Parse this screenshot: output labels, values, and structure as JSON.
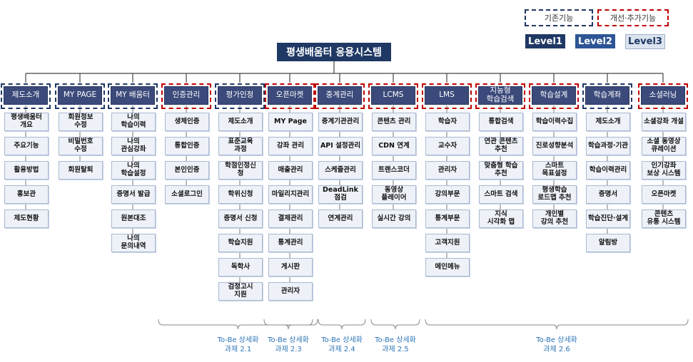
{
  "legend": {
    "existing": "기존기능",
    "improved": "개선·추가기능",
    "levels": [
      "Level1",
      "Level2",
      "Level3"
    ]
  },
  "root": "평생배움터 응용시스템",
  "columns": [
    {
      "title": "제도소개",
      "group": "existing",
      "items": [
        "평생배움터\n개요",
        "주요기능",
        "활용방법",
        "홍보관",
        "제도현황"
      ]
    },
    {
      "title": "MY PAGE",
      "group": "existing",
      "items": [
        "회원정보\n수정",
        "비밀번호\n수정",
        "회원탈퇴"
      ]
    },
    {
      "title": "MY 배움터",
      "group": "existing",
      "items": [
        "나의\n학습이력",
        "나의\n관심강좌",
        "나의\n학습설정",
        "증명서 발급",
        "원본대조",
        "나의\n문의내역"
      ]
    },
    {
      "title": "인증관리",
      "group": "improved",
      "items": [
        "생체인증",
        "통합인증",
        "본인인증",
        "소셜로그인"
      ]
    },
    {
      "title": "평가인정",
      "group": "existing",
      "items": [
        "제도소개",
        "표준교육\n과정",
        "학점인정신\n청",
        "학위신청",
        "증명서 신청",
        "학습지원",
        "독학사",
        "검정고시\n지원"
      ]
    },
    {
      "title": "오픈마켓",
      "group": "improved",
      "items": [
        "MY Page",
        "강좌 관리",
        "매출관리",
        "마일리지관리",
        "결제관리",
        "통계관리",
        "게시판",
        "관리자"
      ]
    },
    {
      "title": "중계관리",
      "group": "improved",
      "items": [
        "중계기관관리",
        "API 설정관리",
        "스케줄관리",
        "DeadLink\n점검",
        "연계관리"
      ]
    },
    {
      "title": "LCMS",
      "group": "improved",
      "items": [
        "콘텐츠 관리",
        "CDN 연계",
        "트랜스코더",
        "동영상\n플레이어",
        "실시간 강의"
      ]
    },
    {
      "title": "LMS",
      "group": "improved",
      "items": [
        "학습자",
        "교수자",
        "관리자",
        "강의부문",
        "통계부문",
        "고객지원",
        "메인메뉴"
      ]
    },
    {
      "title": "지능형\n학습검색",
      "group": "improved",
      "items": [
        "통합검색",
        "연관 콘텐츠\n추천",
        "맞춤형 학습\n추천",
        "스마트 검색",
        "지식\n시각화 맵"
      ]
    },
    {
      "title": "학습설계",
      "group": "improved",
      "items": [
        "학습이력수집",
        "진로성향분석",
        "스마트\n목표설정",
        "평생학습\n로드맵 추천",
        "개인별\n강의 추천"
      ]
    },
    {
      "title": "학습계좌",
      "group": "existing",
      "items": [
        "제도소개",
        "학습과정·기관",
        "학습이력관리",
        "증명서",
        "학습진단·설계",
        "알림방"
      ]
    },
    {
      "title": "소셜러닝",
      "group": "improved",
      "items": [
        "소셜강좌 개설",
        "소셜 동영상\n큐레이션",
        "인기강좌\n보상 시스템",
        "오픈마켓",
        "콘텐츠\n유통 시스템"
      ]
    }
  ],
  "tasks": [
    {
      "label": "To-Be 상세화\n과제 2.1"
    },
    {
      "label": "To-Be 상세화\n과제 2.3"
    },
    {
      "label": "To-Be 상세화\n과제 2.4"
    },
    {
      "label": "To-Be 상세화\n과제 2.5"
    },
    {
      "label": "To-Be 상세화\n과제 2.6"
    }
  ],
  "colors": {
    "level1": "#1f3864",
    "level2_header": "#3b4a7a",
    "leaf_bg": "#eef2f8",
    "existing_border": "#1f3864",
    "improved_border": "#c00000",
    "task_text": "#2e75b6"
  }
}
